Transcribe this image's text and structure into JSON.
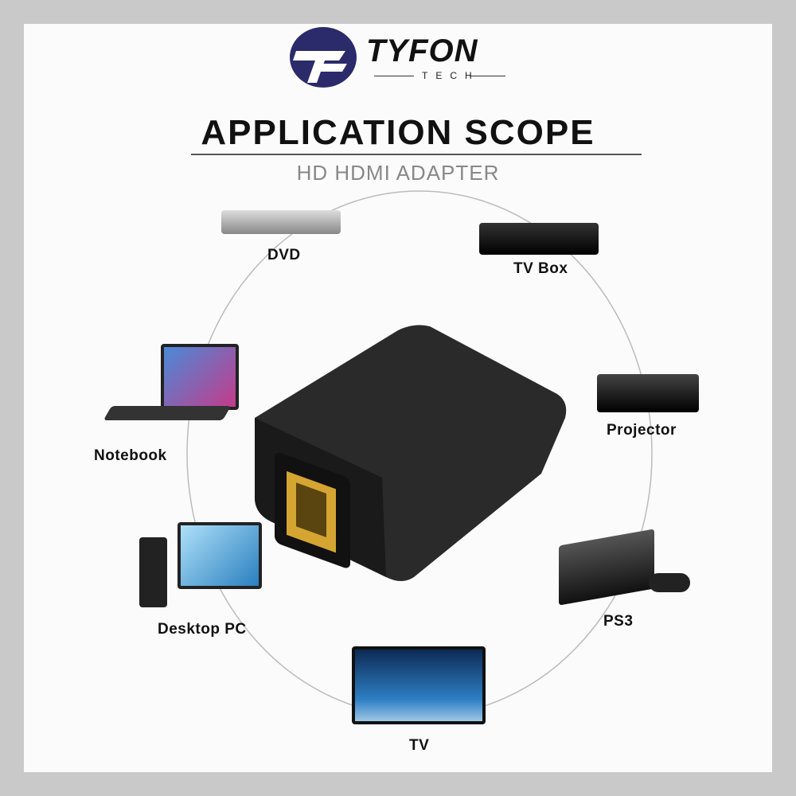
{
  "brand": {
    "name": "TYFON",
    "sub": "TECH",
    "logo_color": "#2b2a6b"
  },
  "header": {
    "title": "APPLICATION SCOPE",
    "subtitle": "HD HDMI ADAPTER"
  },
  "devices": [
    {
      "label": "DVD",
      "icon": "dvd-player-icon"
    },
    {
      "label": "TV Box",
      "icon": "tv-box-icon"
    },
    {
      "label": "Notebook",
      "icon": "laptop-icon"
    },
    {
      "label": "Projector",
      "icon": "projector-icon"
    },
    {
      "label": "Desktop PC",
      "icon": "desktop-pc-icon"
    },
    {
      "label": "PS3",
      "icon": "game-console-icon"
    },
    {
      "label": "TV",
      "icon": "tv-icon"
    }
  ],
  "product": {
    "icon": "hdmi-female-coupler-icon",
    "connector_color": "#d4a531"
  }
}
